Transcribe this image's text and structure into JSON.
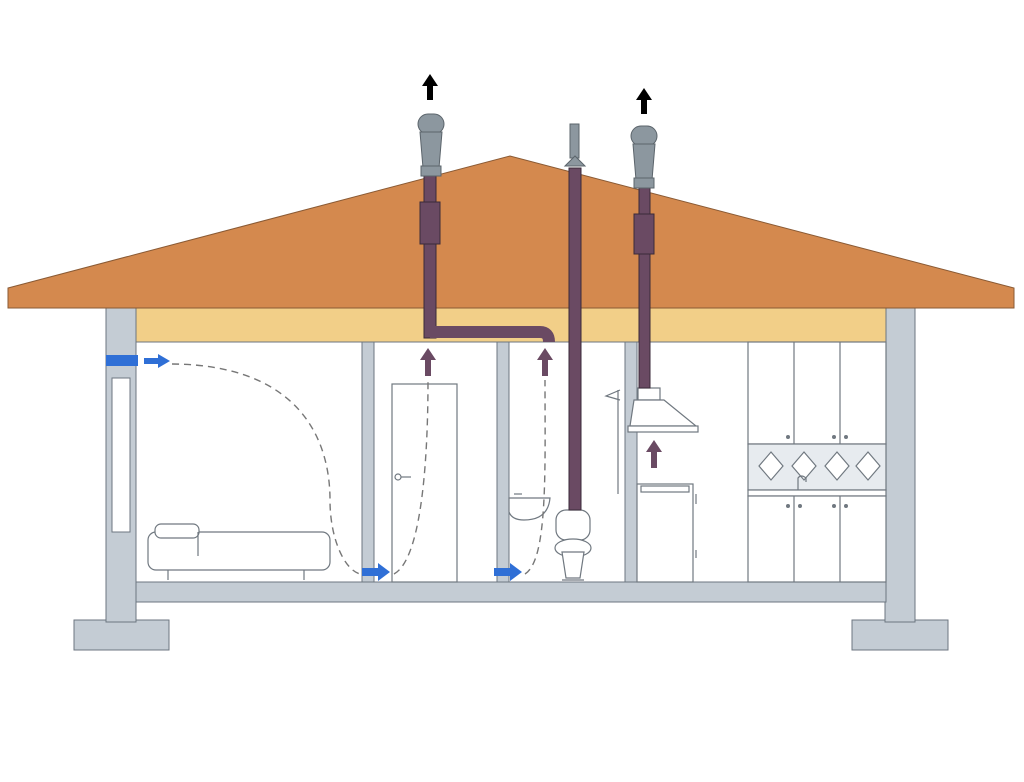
{
  "diagram": {
    "type": "house cross-section ventilation scheme",
    "colors": {
      "roof": "#d4894e",
      "roof_stroke": "#8a5a34",
      "attic": "#f2cf88",
      "structure": "#c4ccd4",
      "structure_stroke": "#6c7680",
      "duct": "#6a4a63",
      "duct_stroke": "#3a2a38",
      "vent_cap": "#8c979f",
      "supply_arrow": "#2f6fd6",
      "exhaust_arrow": "#6a4a63",
      "outlet_arrow": "#000000",
      "airflow_line": "#777777",
      "furniture_stroke": "#707880",
      "tile_fill": "#e7ebef"
    },
    "rooms": [
      "bedroom",
      "hallway",
      "bathroom",
      "kitchen"
    ],
    "fixtures": [
      "bed",
      "door",
      "sink",
      "toilet",
      "range-hood",
      "stove",
      "kitchen-cabinets"
    ],
    "icons": [
      "supply-arrow-icon",
      "exhaust-arrow-icon",
      "outlet-arrow-icon"
    ]
  }
}
